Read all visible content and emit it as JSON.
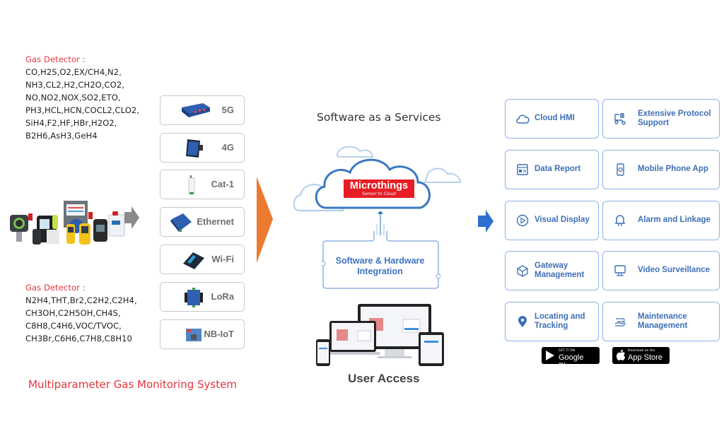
{
  "left": {
    "gas_group_1": {
      "title": "Gas Detector :",
      "lines": [
        "CO,H2S,O2,EX/CH4,N2,",
        "NH3,CL2,H2,CH2O,CO2,",
        "NO,NO2,NOX,SO2,ETO,",
        "PH3,HCL,HCN,COCL2,CLO2,",
        "SiH4,F2,HF,HBr,H2O2,",
        "B2H6,AsH3,GeH4"
      ]
    },
    "gas_group_2": {
      "title": "Gas Detector :",
      "lines": [
        "N2H4,THT,Br2,C2H2,C2H4,",
        "CH3OH,C2H5OH,CH4S,",
        "C8H8,C4H6,VOC/TVOC,",
        "CH3Br,C6H6,C7H8,C8H10"
      ]
    },
    "system_title": "Multiparameter Gas Monitoring System"
  },
  "connectivity": [
    {
      "label": "5G",
      "icon": "5g-gateway-icon"
    },
    {
      "label": "4G",
      "icon": "4g-gateway-icon"
    },
    {
      "label": "Cat-1",
      "icon": "cat1-dtu-icon"
    },
    {
      "label": "Ethernet",
      "icon": "ethernet-gateway-icon"
    },
    {
      "label": "Wi-Fi",
      "icon": "wifi-gateway-icon"
    },
    {
      "label": "LoRa",
      "icon": "lora-gateway-icon"
    },
    {
      "label": "NB-IoT",
      "icon": "nbiot-module-icon"
    }
  ],
  "center": {
    "title": "Software as a Services",
    "brand_name": "Microthings",
    "brand_tagline": "Sensor to Cloud",
    "integration_line1": "Software & Hardware",
    "integration_line2": "Integration",
    "user_access": "User Access"
  },
  "features": [
    {
      "line1": "Cloud HMI",
      "line2": "",
      "icon": "cloud-icon"
    },
    {
      "line1": "Extensive Protocol",
      "line2": "Support",
      "icon": "protocol-icon"
    },
    {
      "line1": "Data Report",
      "line2": "",
      "icon": "report-icon"
    },
    {
      "line1": "Mobile Phone App",
      "line2": "",
      "icon": "mobile-phone-icon"
    },
    {
      "line1": "Visual Display",
      "line2": "",
      "icon": "play-circle-icon"
    },
    {
      "line1": "Alarm and Linkage",
      "line2": "",
      "icon": "alarm-light-icon"
    },
    {
      "line1": "Gateway",
      "line2": "Management",
      "icon": "box-icon"
    },
    {
      "line1": "Video Surveillance",
      "line2": "",
      "icon": "monitor-icon"
    },
    {
      "line1": "Locating and",
      "line2": "Tracking",
      "icon": "location-pin-icon"
    },
    {
      "line1": "Maintenance",
      "line2": "Management",
      "icon": "hand-service-icon"
    }
  ],
  "stores": {
    "google_small": "GET IT ON",
    "google_big": "Google Play",
    "apple_small": "Download on the",
    "apple_big": "App Store"
  },
  "colors": {
    "accent_red": "#e8343c",
    "brand_red": "#e81c24",
    "feature_blue": "#3d6fb8",
    "arrow_orange": "#ec7a2f",
    "arrow_blue": "#2f6fcf"
  }
}
